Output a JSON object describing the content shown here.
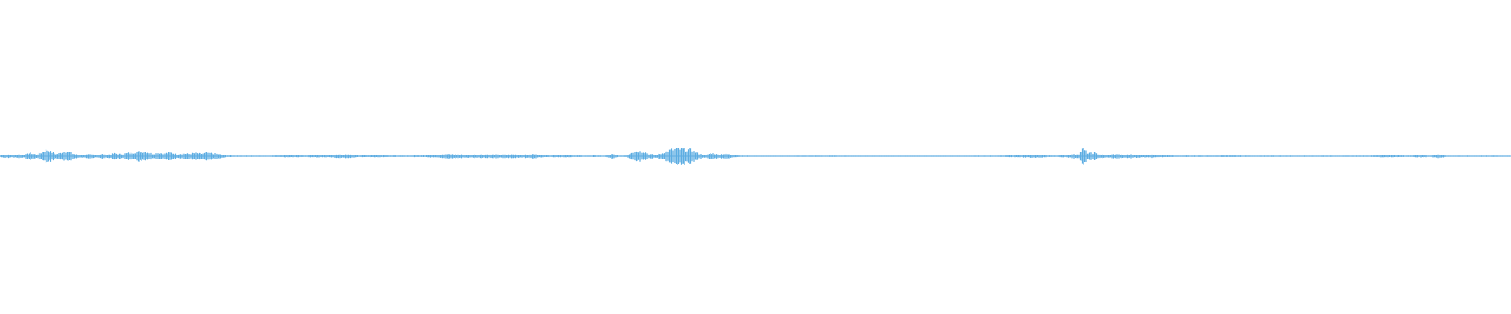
{
  "waveform": {
    "color": "#5dade2",
    "background": "#ffffff",
    "segments": [
      [
        0,
        0.02
      ],
      [
        0.003,
        0.05
      ],
      [
        0.008,
        0.03
      ],
      [
        0.012,
        0.05
      ],
      [
        0.016,
        0.04
      ],
      [
        0.02,
        0.09
      ],
      [
        0.024,
        0.05
      ],
      [
        0.028,
        0.11
      ],
      [
        0.031,
        0.19
      ],
      [
        0.034,
        0.12
      ],
      [
        0.037,
        0.06
      ],
      [
        0.04,
        0.09
      ],
      [
        0.043,
        0.15
      ],
      [
        0.046,
        0.11
      ],
      [
        0.05,
        0.05
      ],
      [
        0.055,
        0.04
      ],
      [
        0.06,
        0.05
      ],
      [
        0.064,
        0.04
      ],
      [
        0.068,
        0.06
      ],
      [
        0.072,
        0.05
      ],
      [
        0.076,
        0.08
      ],
      [
        0.08,
        0.06
      ],
      [
        0.085,
        0.09
      ],
      [
        0.089,
        0.11
      ],
      [
        0.093,
        0.14
      ],
      [
        0.097,
        0.12
      ],
      [
        0.101,
        0.07
      ],
      [
        0.105,
        0.1
      ],
      [
        0.109,
        0.08
      ],
      [
        0.113,
        0.1
      ],
      [
        0.117,
        0.06
      ],
      [
        0.121,
        0.08
      ],
      [
        0.125,
        0.07
      ],
      [
        0.129,
        0.09
      ],
      [
        0.133,
        0.07
      ],
      [
        0.137,
        0.1
      ],
      [
        0.141,
        0.08
      ],
      [
        0.145,
        0.06
      ],
      [
        0.15,
        0.02
      ],
      [
        0.16,
        0.015
      ],
      [
        0.17,
        0.012
      ],
      [
        0.18,
        0.015
      ],
      [
        0.19,
        0.03
      ],
      [
        0.2,
        0.02
      ],
      [
        0.21,
        0.03
      ],
      [
        0.217,
        0.025
      ],
      [
        0.225,
        0.05
      ],
      [
        0.232,
        0.04
      ],
      [
        0.24,
        0.02
      ],
      [
        0.25,
        0.03
      ],
      [
        0.258,
        0.02
      ],
      [
        0.265,
        0.015
      ],
      [
        0.275,
        0.02
      ],
      [
        0.285,
        0.03
      ],
      [
        0.295,
        0.06
      ],
      [
        0.302,
        0.05
      ],
      [
        0.31,
        0.04
      ],
      [
        0.318,
        0.05
      ],
      [
        0.325,
        0.05
      ],
      [
        0.332,
        0.04
      ],
      [
        0.34,
        0.05
      ],
      [
        0.347,
        0.04
      ],
      [
        0.353,
        0.06
      ],
      [
        0.358,
        0.03
      ],
      [
        0.365,
        0.025
      ],
      [
        0.372,
        0.03
      ],
      [
        0.38,
        0.02
      ],
      [
        0.388,
        0.015
      ],
      [
        0.395,
        0.02
      ],
      [
        0.4,
        0.01
      ],
      [
        0.405,
        0.06
      ],
      [
        0.41,
        0.01
      ],
      [
        0.415,
        0.025
      ],
      [
        0.418,
        0.12
      ],
      [
        0.422,
        0.15
      ],
      [
        0.426,
        0.13
      ],
      [
        0.43,
        0.06
      ],
      [
        0.434,
        0.04
      ],
      [
        0.438,
        0.08
      ],
      [
        0.442,
        0.16
      ],
      [
        0.446,
        0.2
      ],
      [
        0.45,
        0.21
      ],
      [
        0.454,
        0.2
      ],
      [
        0.458,
        0.17
      ],
      [
        0.462,
        0.08
      ],
      [
        0.467,
        0.03
      ],
      [
        0.471,
        0.09
      ],
      [
        0.475,
        0.05
      ],
      [
        0.48,
        0.07
      ],
      [
        0.485,
        0.04
      ],
      [
        0.49,
        0.015
      ],
      [
        0.5,
        0.01
      ],
      [
        0.52,
        0.012
      ],
      [
        0.54,
        0.015
      ],
      [
        0.56,
        0.012
      ],
      [
        0.58,
        0.01
      ],
      [
        0.6,
        0.012
      ],
      [
        0.62,
        0.01
      ],
      [
        0.64,
        0.012
      ],
      [
        0.66,
        0.015
      ],
      [
        0.675,
        0.025
      ],
      [
        0.683,
        0.04
      ],
      [
        0.69,
        0.03
      ],
      [
        0.697,
        0.015
      ],
      [
        0.705,
        0.03
      ],
      [
        0.71,
        0.05
      ],
      [
        0.714,
        0.07
      ],
      [
        0.717,
        0.22
      ],
      [
        0.72,
        0.08
      ],
      [
        0.724,
        0.1
      ],
      [
        0.728,
        0.05
      ],
      [
        0.733,
        0.03
      ],
      [
        0.738,
        0.06
      ],
      [
        0.743,
        0.04
      ],
      [
        0.748,
        0.05
      ],
      [
        0.752,
        0.04
      ],
      [
        0.757,
        0.03
      ],
      [
        0.762,
        0.04
      ],
      [
        0.767,
        0.03
      ],
      [
        0.772,
        0.02
      ],
      [
        0.78,
        0.015
      ],
      [
        0.79,
        0.02
      ],
      [
        0.8,
        0.015
      ],
      [
        0.815,
        0.02
      ],
      [
        0.83,
        0.012
      ],
      [
        0.845,
        0.015
      ],
      [
        0.86,
        0.012
      ],
      [
        0.875,
        0.015
      ],
      [
        0.89,
        0.012
      ],
      [
        0.905,
        0.015
      ],
      [
        0.915,
        0.03
      ],
      [
        0.922,
        0.025
      ],
      [
        0.93,
        0.015
      ],
      [
        0.94,
        0.03
      ],
      [
        0.947,
        0.015
      ],
      [
        0.952,
        0.06
      ],
      [
        0.957,
        0.015
      ],
      [
        0.97,
        0.012
      ],
      [
        0.985,
        0.015
      ],
      [
        1.0,
        0.012
      ]
    ]
  }
}
